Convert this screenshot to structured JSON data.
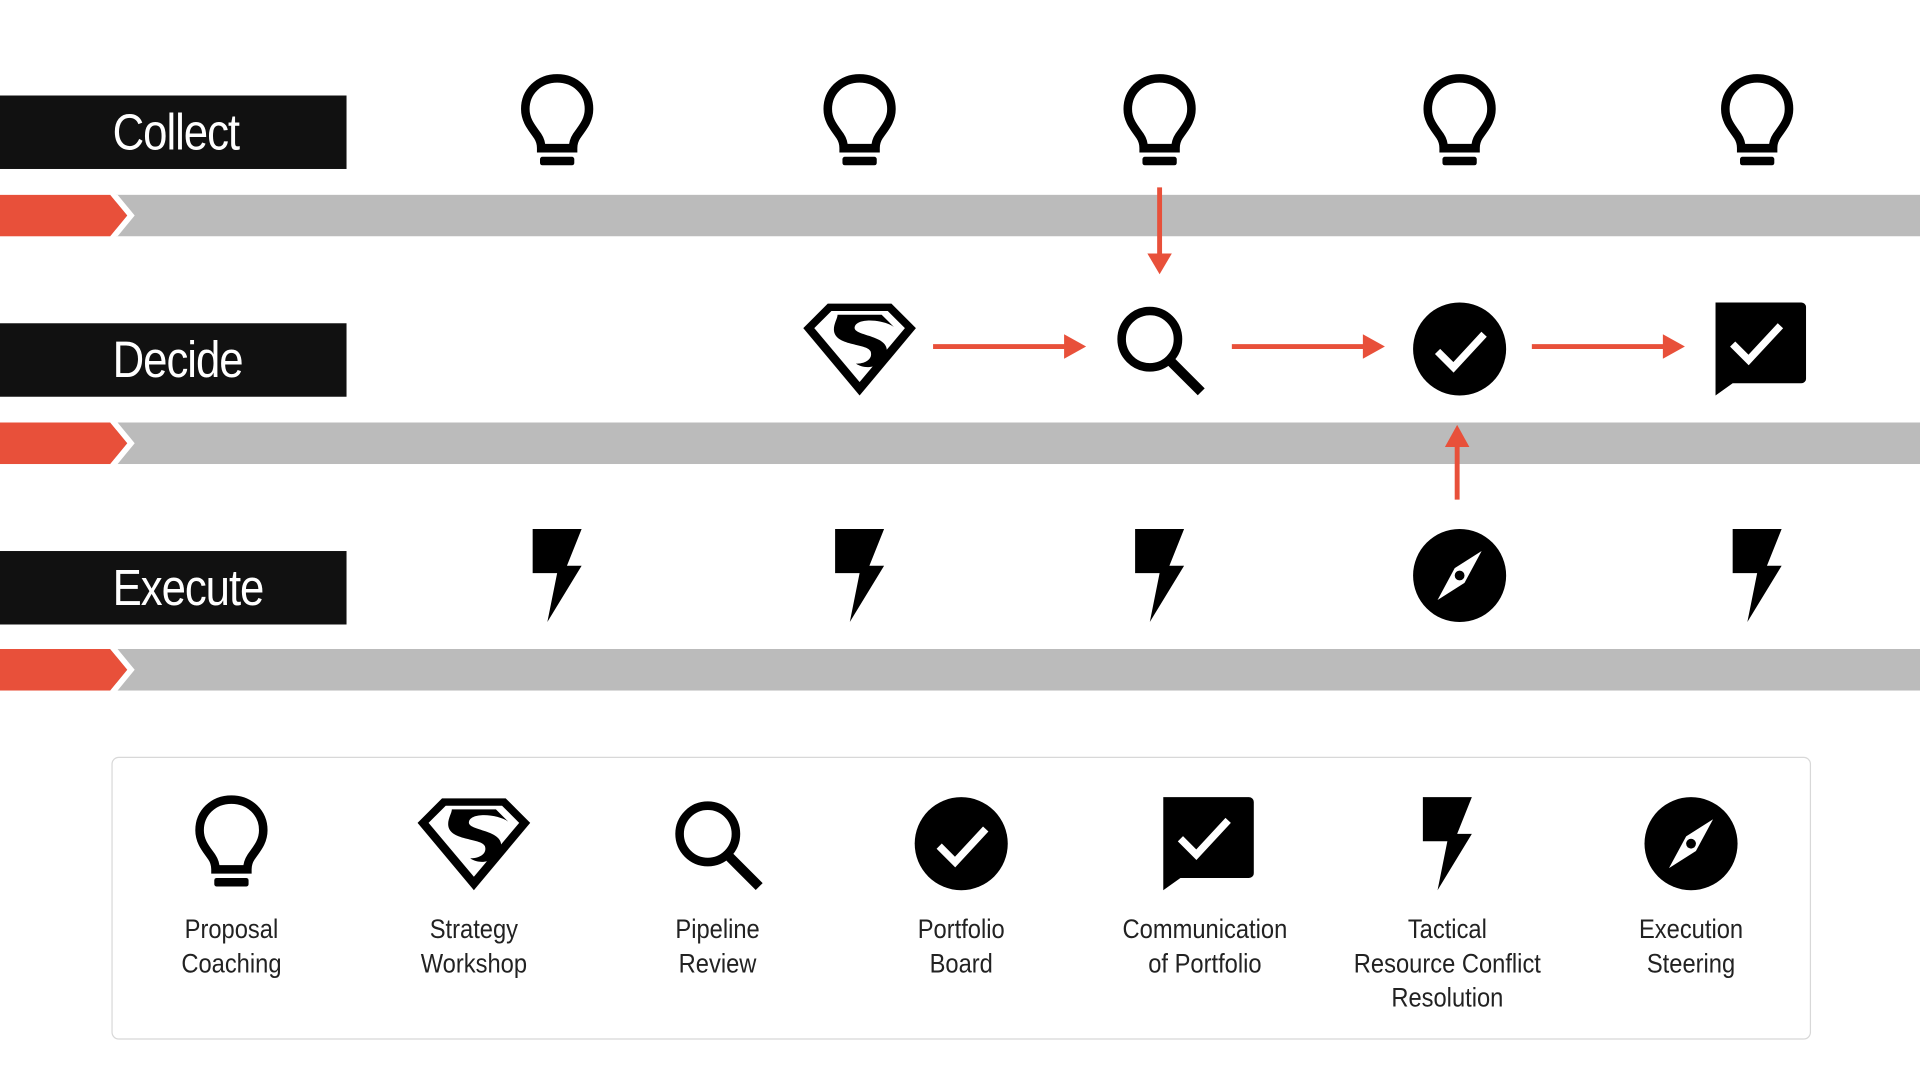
{
  "lanes": [
    {
      "label": "Collect",
      "icons": [
        "lightbulb",
        "lightbulb",
        "lightbulb",
        "lightbulb",
        "lightbulb"
      ]
    },
    {
      "label": "Decide",
      "icons": [
        "",
        "superman",
        "search",
        "check-circle",
        "check-message"
      ]
    },
    {
      "label": "Execute",
      "icons": [
        "bolt",
        "bolt",
        "bolt",
        "compass",
        "bolt"
      ]
    }
  ],
  "legend": [
    {
      "icon": "lightbulb",
      "lines": [
        "Proposal",
        "Coaching"
      ]
    },
    {
      "icon": "superman",
      "lines": [
        "Strategy",
        "Workshop"
      ]
    },
    {
      "icon": "search",
      "lines": [
        "Pipeline",
        "Review"
      ]
    },
    {
      "icon": "check-circle",
      "lines": [
        "Portfolio",
        "Board"
      ]
    },
    {
      "icon": "check-message",
      "lines": [
        "Communication",
        "of Portfolio"
      ]
    },
    {
      "icon": "bolt",
      "lines": [
        "Tactical",
        "Resource Conflict",
        "Resolution"
      ]
    },
    {
      "icon": "compass",
      "lines": [
        "Execution",
        "Steering"
      ]
    }
  ],
  "colors": {
    "accent": "#e8503a",
    "band": "#bbbbbb",
    "label_bg": "#111111"
  }
}
